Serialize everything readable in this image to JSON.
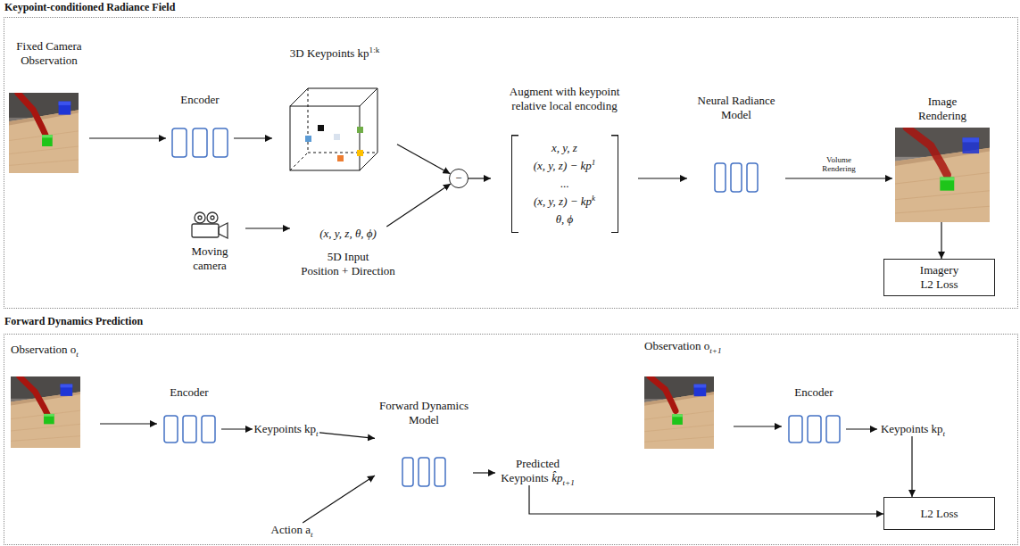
{
  "diagram": {
    "nodes": [
      {
        "text": [
          "Keypoint-conditioned Radiance Field"
        ]
      },
      {
        "text": [
          "Fixed Camera Observation"
        ],
        "in": 0
      },
      {
        "text": [
          "Encoder"
        ],
        "in": 0
      },
      {
        "text": [
          "3D Keypoints kp",
          "1:k"
        ],
        "in": 0
      },
      {
        "text": [
          "Moving camera"
        ],
        "in": 0
      },
      {
        "text": [
          "(x, y, z, θ, ϕ)",
          "5D Input",
          "Position + Direction"
        ],
        "in": 0
      },
      {
        "text": [
          "−"
        ],
        "in": 0
      },
      {
        "text": [
          "Augment with keypoint relative local encoding",
          "x, y, z",
          "(x, y, z) − kp",
          "1",
          "...",
          "(x, y, z) − kp",
          "k",
          "θ, ϕ"
        ],
        "in": 0
      },
      {
        "text": [
          "Neural Radiance Model"
        ],
        "in": 0
      },
      {
        "text": [
          "Image Rendering"
        ],
        "in": 0
      },
      {
        "text": [
          "Imagery L2 Loss"
        ],
        "in": 0
      },
      {
        "text": [
          "Forward Dynamics Prediction"
        ]
      },
      {
        "text": [
          "Observation o",
          "t"
        ],
        "in": 11
      },
      {
        "text": [
          "Encoder"
        ],
        "in": 11
      },
      {
        "text": [
          "Keypoints kp",
          "t"
        ],
        "in": 11
      },
      {
        "text": [
          "Forward Dynamics Model"
        ],
        "in": 11
      },
      {
        "text": [
          "Action a",
          "t"
        ],
        "in": 11
      },
      {
        "text": [
          "Predicted Keypoints",
          "k̂p",
          "t+1"
        ],
        "in": 11
      },
      {
        "text": [
          "Observation o",
          "t+1"
        ],
        "in": 11
      },
      {
        "text": [
          "Encoder"
        ],
        "in": 11
      },
      {
        "text": [
          "Keypoints kp",
          "t"
        ],
        "in": 11
      },
      {
        "text": [
          "L2 Loss"
        ],
        "in": 11
      }
    ],
    "edges": [
      {
        "from": 1,
        "to": 2,
        "arrow": "to"
      },
      {
        "from": 2,
        "to": 3,
        "arrow": "to"
      },
      {
        "from": 3,
        "to": 6,
        "arrow": "to"
      },
      {
        "from": 4,
        "to": 5,
        "arrow": "to"
      },
      {
        "from": 5,
        "to": 6,
        "arrow": "to"
      },
      {
        "from": 6,
        "to": 7,
        "arrow": "to"
      },
      {
        "from": 7,
        "to": 8,
        "arrow": "to"
      },
      {
        "from": 8,
        "to": 9,
        "label": "Volume Rendering",
        "arrow": "to"
      },
      {
        "from": 9,
        "to": 10,
        "arrow": "to"
      },
      {
        "from": 12,
        "to": 13,
        "arrow": "to"
      },
      {
        "from": 13,
        "to": 14,
        "arrow": "to"
      },
      {
        "from": 14,
        "to": 15,
        "arrow": "to"
      },
      {
        "from": 16,
        "to": 15,
        "arrow": "to"
      },
      {
        "from": 15,
        "to": 17,
        "arrow": "to"
      },
      {
        "from": 18,
        "to": 19,
        "arrow": "to"
      },
      {
        "from": 19,
        "to": 20,
        "arrow": "to"
      },
      {
        "from": 20,
        "to": 21,
        "arrow": "to"
      },
      {
        "from": 17,
        "to": 21,
        "arrow": "to"
      }
    ]
  }
}
